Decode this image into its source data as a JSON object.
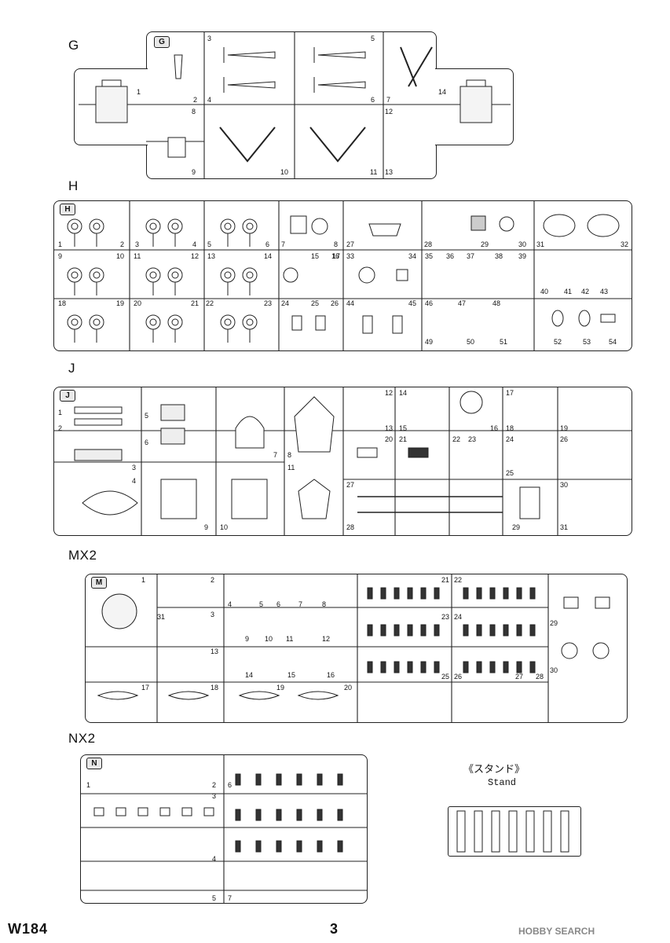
{
  "sections": {
    "g": {
      "label": "G"
    },
    "h": {
      "label": "H"
    },
    "j": {
      "label": "J"
    },
    "mx2": {
      "label": "MX2"
    },
    "nx2": {
      "label": "NX2"
    }
  },
  "sprue_tabs": {
    "g": "G",
    "h": "H",
    "j": "J",
    "m": "M",
    "n": "N"
  },
  "part_numbers": {
    "g": [
      "1",
      "2",
      "3",
      "4",
      "5",
      "6",
      "7",
      "8",
      "9",
      "10",
      "11",
      "12",
      "13",
      "14"
    ],
    "h": [
      "1",
      "2",
      "3",
      "4",
      "5",
      "6",
      "7",
      "8",
      "9",
      "10",
      "11",
      "12",
      "13",
      "14",
      "15",
      "16",
      "17",
      "18",
      "19",
      "20",
      "21",
      "22",
      "23",
      "24",
      "25",
      "26",
      "27",
      "28",
      "29",
      "30",
      "31",
      "32",
      "33",
      "34",
      "35",
      "36",
      "37",
      "38",
      "39",
      "40",
      "41",
      "42",
      "43",
      "44",
      "45",
      "46",
      "47",
      "48",
      "49",
      "50",
      "51",
      "52",
      "53",
      "54"
    ],
    "j": [
      "1",
      "2",
      "3",
      "4",
      "5",
      "6",
      "7",
      "8",
      "9",
      "10",
      "11",
      "12",
      "13",
      "14",
      "15",
      "16",
      "17",
      "18",
      "19",
      "20",
      "21",
      "22",
      "23",
      "24",
      "25",
      "26",
      "27",
      "28",
      "29",
      "30",
      "31"
    ],
    "m": [
      "1",
      "2",
      "3",
      "4",
      "5",
      "6",
      "7",
      "8",
      "9",
      "10",
      "11",
      "12",
      "13",
      "14",
      "15",
      "16",
      "17",
      "18",
      "19",
      "20",
      "21",
      "22",
      "23",
      "24",
      "25",
      "26",
      "27",
      "28",
      "29",
      "30",
      "31"
    ],
    "n": [
      "1",
      "2",
      "3",
      "4",
      "5",
      "6",
      "7"
    ]
  },
  "stand": {
    "title_jp": "《スタンド》",
    "title_en": "Stand"
  },
  "footer": {
    "code": "W184",
    "page": "3",
    "watermark": "HOBBY SEARCH"
  }
}
